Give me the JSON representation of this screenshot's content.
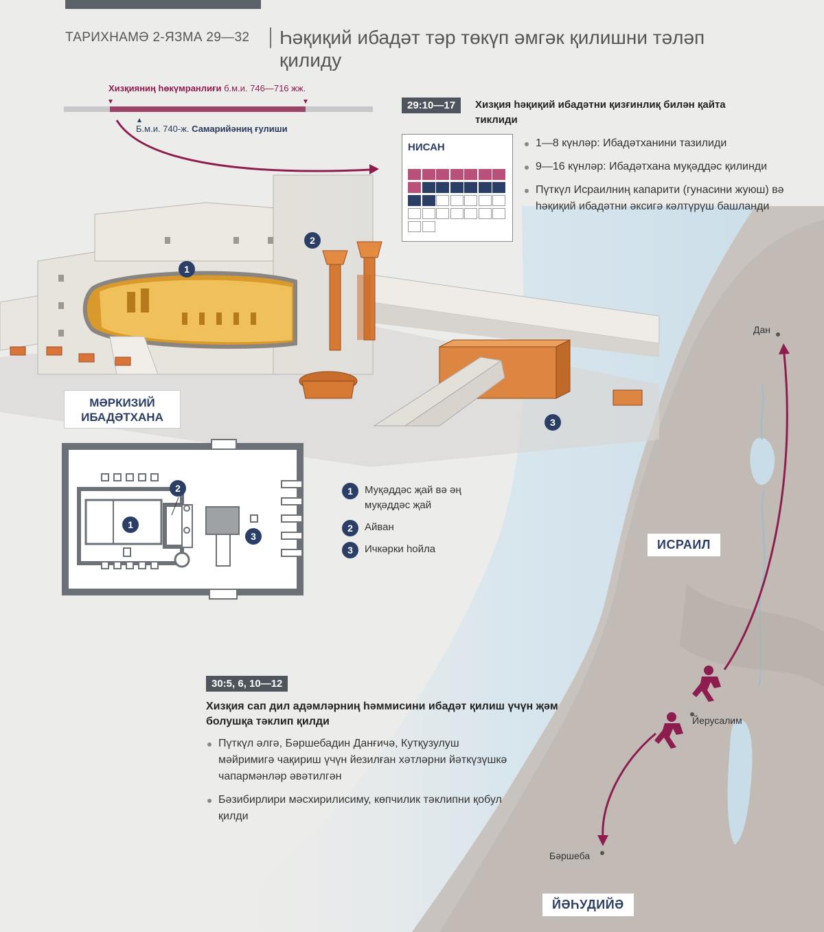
{
  "header": {
    "ref": "ТАРИХНАМӘ 2-ЯЗМА 29—32",
    "title": "Һәқиқий ибадәт тәр төкүп әмгәк қилишни тәләп қилиду"
  },
  "timeline": {
    "reign_name": "Хизқияниң һөкүмранлиғи",
    "reign_years": "б.м.и. 746—716 жж.",
    "samaria_date": "Б.м.и. 740-ж.",
    "samaria_event": "Самарийәниң ғулиши"
  },
  "section1": {
    "ref": "29:10—17",
    "title": "Хизқия һәқиқий ибадәтни қизғинлиқ билән қайта тиклиди",
    "calendar_month": "НИСАН",
    "calendar": {
      "cleaning_days": 8,
      "sanctifying_days": 8,
      "total_days": 30
    },
    "bullets": [
      "1—8 күнләр: Ибадәтханини тазилиди",
      "9—16 күнләр: Ибадәтхана муқәддәс қилинди",
      "Пүткүл Исраилниң капарити (гунасини жуюш) вә һәқиқий ибадәтни әксигә кәлтүрүш башланди"
    ]
  },
  "temple": {
    "label": "МӘРКИЗИЙ ИБАДӘТХАНА",
    "legend": [
      {
        "num": "1",
        "text": "Муқәддәс җай вә әң муқәддәс җай"
      },
      {
        "num": "2",
        "text": "Айван"
      },
      {
        "num": "3",
        "text": "Ичкәрки һойла"
      }
    ]
  },
  "section2": {
    "ref": "30:5, 6, 10—12",
    "title": "Хизқия сап дил адәмләрниң һәммисини ибадәт қилиш үчүн җәм болушқа тәклип қилди",
    "bullets": [
      "Пүткүл әлгә, Бәршебадин Данғичә, Кутқузулуш мәйримигә чақириш үчүн йезилған хәтләрни йәткүзүшкә чапармәнләр әвәтилгән",
      "Бәзибирлири мәсхирилисиму, көпчилик тәклипни қобул қилди"
    ]
  },
  "map": {
    "places": [
      "Дан",
      "Йерусалим",
      "Бәршеба"
    ],
    "regions": [
      "ИСРАИЛ",
      "ЙӘҺУДИЙӘ"
    ]
  },
  "colors": {
    "accent": "#8e1d4f",
    "navy": "#2b3f66",
    "pink": "#b9507a",
    "gold": "#d68a3c",
    "sea": "#d3e4ee"
  }
}
